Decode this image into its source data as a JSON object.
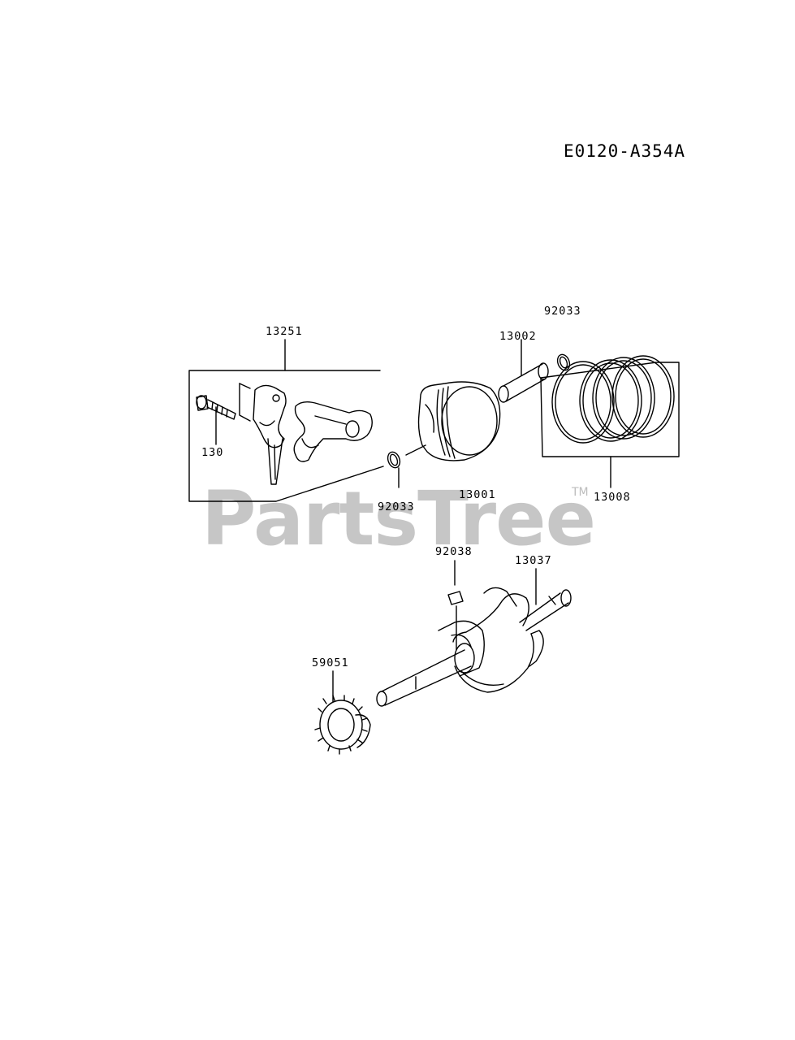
{
  "diagram": {
    "id": "E0120-A354A",
    "watermark": "PartsTree",
    "trademark": "TM"
  },
  "parts": {
    "rod_assy": "13251",
    "bolt": "130",
    "pin_clip_top": "92033",
    "piston_pin": "13002",
    "piston": "13001",
    "pin_clip_bottom": "92033",
    "ring_set": "13008",
    "key": "92038",
    "crankshaft": "13037",
    "gear": "59051"
  }
}
